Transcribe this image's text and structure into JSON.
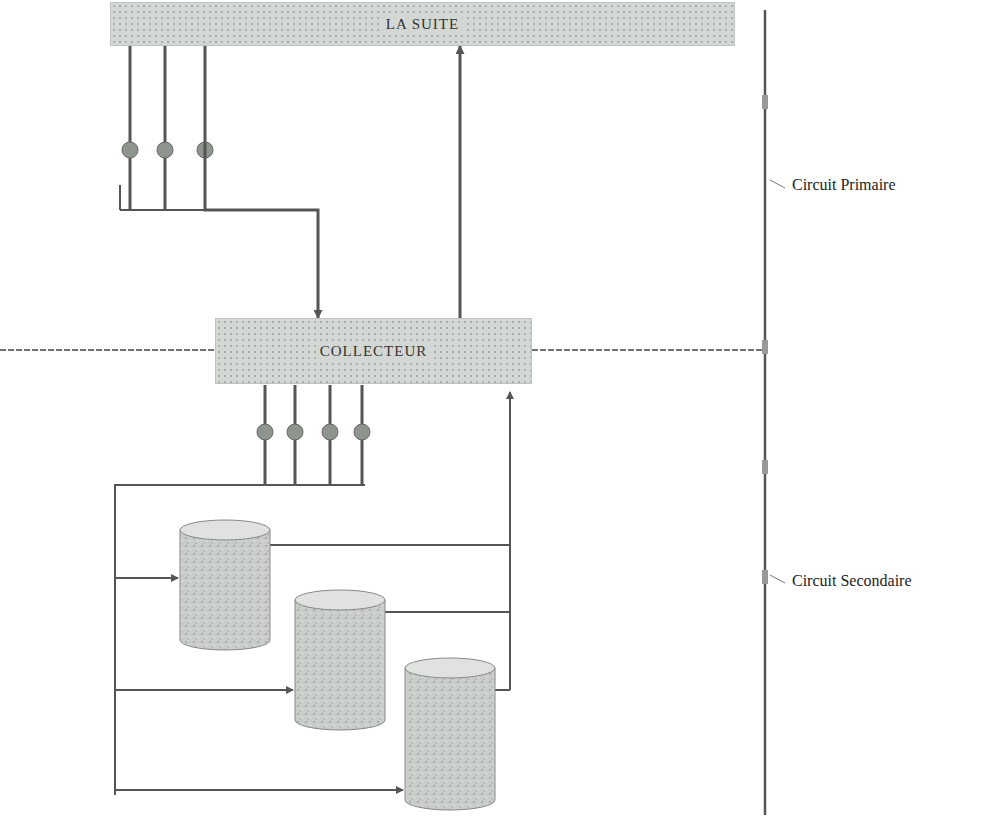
{
  "diagram": {
    "nodes": [
      {
        "text": [
          "LA SUITE"
        ]
      },
      {
        "text": [
          "COLLECTEUR"
        ]
      }
    ],
    "edges": [
      {
        "from": 0,
        "to": 1,
        "arrow": "to"
      },
      {
        "from": 1,
        "to": 0,
        "arrow": "to"
      }
    ],
    "labels": [
      "Circuit Primaire",
      "Circuit Secondaire"
    ]
  }
}
